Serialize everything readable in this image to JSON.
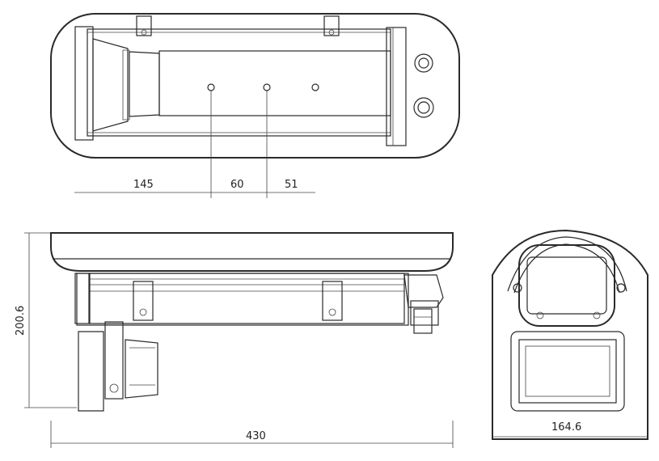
{
  "drawing": {
    "views": [
      "top-view",
      "side-view",
      "front-view"
    ],
    "dimensions": {
      "mount_offset": "145",
      "hole_spacing": "60",
      "hole_end_offset": "51",
      "height": "200.6",
      "length": "430",
      "width": "164.6"
    }
  }
}
